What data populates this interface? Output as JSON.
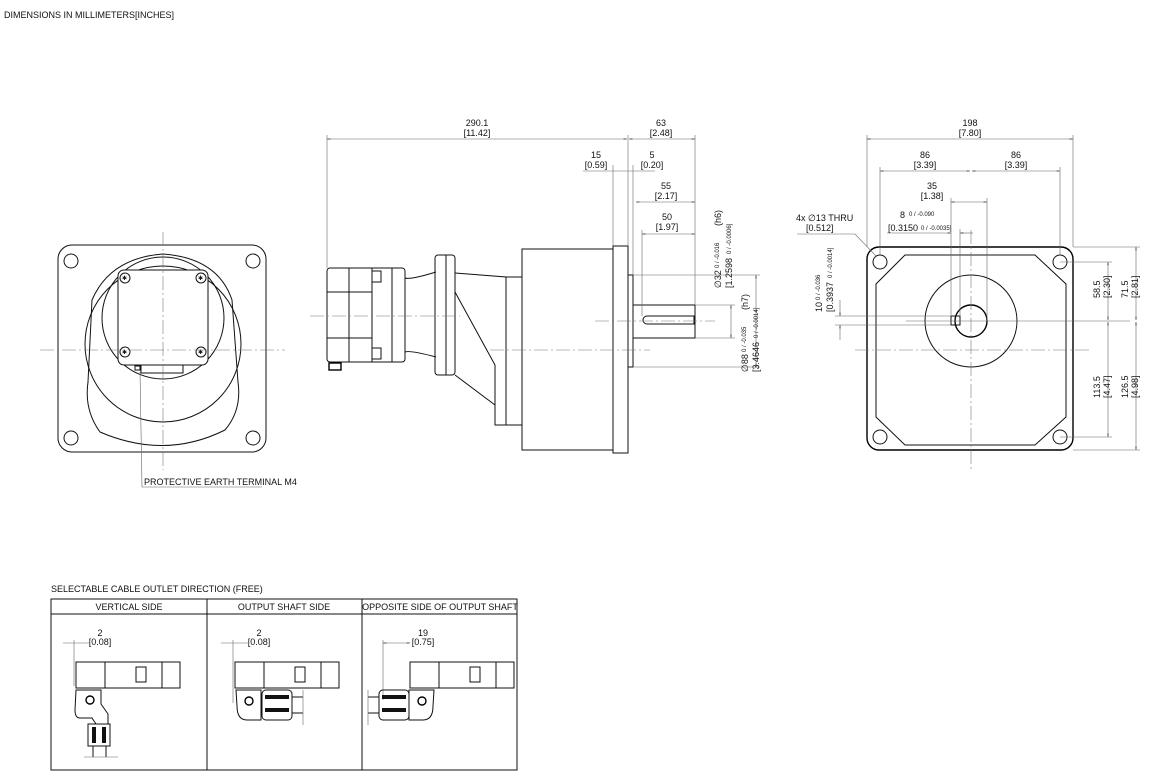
{
  "header": {
    "title": "DIMENSIONS IN MILLIMETERS[INCHES]"
  },
  "rear_view": {
    "callout": "PROTECTIVE EARTH TERMINAL M4"
  },
  "side_view": {
    "overall_length": {
      "mm": "290.1",
      "in": "[11.42]"
    },
    "output_length": {
      "mm": "63",
      "in": "[2.48]"
    },
    "flange_thickness": {
      "mm": "15",
      "in": "[0.59]"
    },
    "pilot_depth": {
      "mm": "5",
      "in": "[0.20]"
    },
    "shaft_length": {
      "mm": "55",
      "in": "[2.17]"
    },
    "key_length": {
      "mm": "50",
      "in": "[1.97]"
    },
    "shaft_dia": {
      "mm": "∅32",
      "tol_mm": "0 / -0.016",
      "in": "[1.2598",
      "tol_in": "0 / -0.0006]",
      "fit": "(h6)"
    },
    "pilot_dia": {
      "mm": "∅88",
      "tol_mm": "0 / -0.035",
      "in": "[3.4646",
      "tol_in": "0 / -0.0014]",
      "fit": "(h7)"
    }
  },
  "front_view": {
    "width": {
      "mm": "198",
      "in": "[7.80]"
    },
    "half_pitch_left": {
      "mm": "86",
      "in": "[3.39]"
    },
    "half_pitch_right": {
      "mm": "86",
      "in": "[3.39]"
    },
    "key_height_dim": {
      "mm": "35",
      "in": "[1.38]"
    },
    "key_width": {
      "mm": "8",
      "tol_mm": "0 / -0.090",
      "in": "[0.3150",
      "tol_in": "0 / -0.0035]"
    },
    "holes": {
      "label": "4x  ∅13  THRU",
      "in": "[0.512]"
    },
    "key_offset": {
      "mm": "10",
      "tol_mm": "0 / -0.036",
      "in": "[0.3937",
      "tol_in": "0 / -0.0014]"
    },
    "upper_to_shaft": {
      "mm": "58.5",
      "in": "[2.30]"
    },
    "top_to_shaft": {
      "mm": "71.5",
      "in": "[2.81]"
    },
    "lower_to_shaft": {
      "mm": "113.5",
      "in": "[4.47]"
    },
    "bottom_to_shaft": {
      "mm": "126.5",
      "in": "[4.98]"
    }
  },
  "cable_table": {
    "title": "SELECTABLE CABLE OUTLET DIRECTION (FREE)",
    "columns": [
      {
        "label": "VERTICAL SIDE",
        "mm": "2",
        "in": "[0.08]"
      },
      {
        "label": "OUTPUT SHAFT SIDE",
        "mm": "2",
        "in": "[0.08]"
      },
      {
        "label": "OPPOSITE SIDE OF OUTPUT SHAFT",
        "mm": "19",
        "in": "[0.75]"
      }
    ]
  }
}
